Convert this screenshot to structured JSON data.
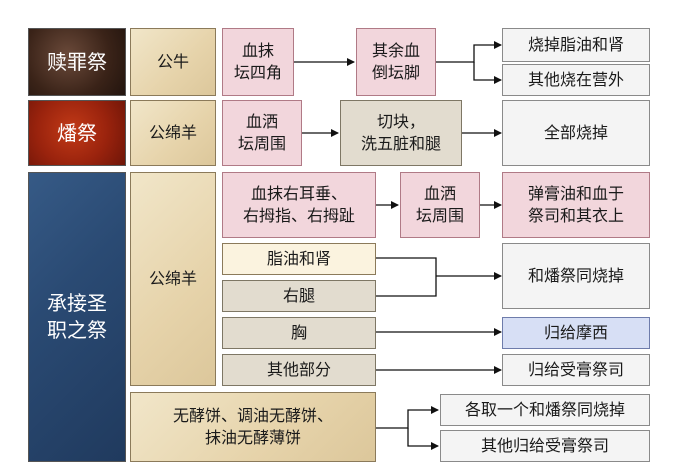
{
  "rows": {
    "sin": {
      "label": "赎罪祭",
      "animal": "公牛",
      "step1": "血抹\n坛四角",
      "step2": "其余血\n倒坛脚",
      "out1": "烧掉脂油和肾",
      "out2": "其他烧在营外"
    },
    "burnt": {
      "label": "燔祭",
      "animal": "公绵羊",
      "step1": "血洒\n坛周围",
      "step2": "切块，\n洗五脏和腿",
      "out1": "全部烧掉"
    },
    "ordination": {
      "label": "承接圣\n职之祭",
      "animal": "公绵羊",
      "blood1": "血抹右耳垂、\n右拇指、右拇趾",
      "blood2": "血洒\n坛周围",
      "blood_out": "弹膏油和血于\n祭司和其衣上",
      "fat": "脂油和肾",
      "thigh": "右腿",
      "fat_thigh_out": "和燔祭同烧掉",
      "breast": "胸",
      "breast_out": "归给摩西",
      "rest": "其他部分",
      "rest_out": "归给受膏祭司",
      "bread": "无酵饼、调油无酵饼、\n抹油无酵薄饼",
      "bread_out1": "各取一个和燔祭同烧掉",
      "bread_out2": "其他归给受膏祭司"
    }
  },
  "colors": {
    "sin": "#3a2318",
    "burnt": "#9a230d",
    "ordination": "#2a4a73",
    "pink": "#f2d6dc",
    "tan": "#e2dccf",
    "blue_box": "#d7dff5"
  }
}
